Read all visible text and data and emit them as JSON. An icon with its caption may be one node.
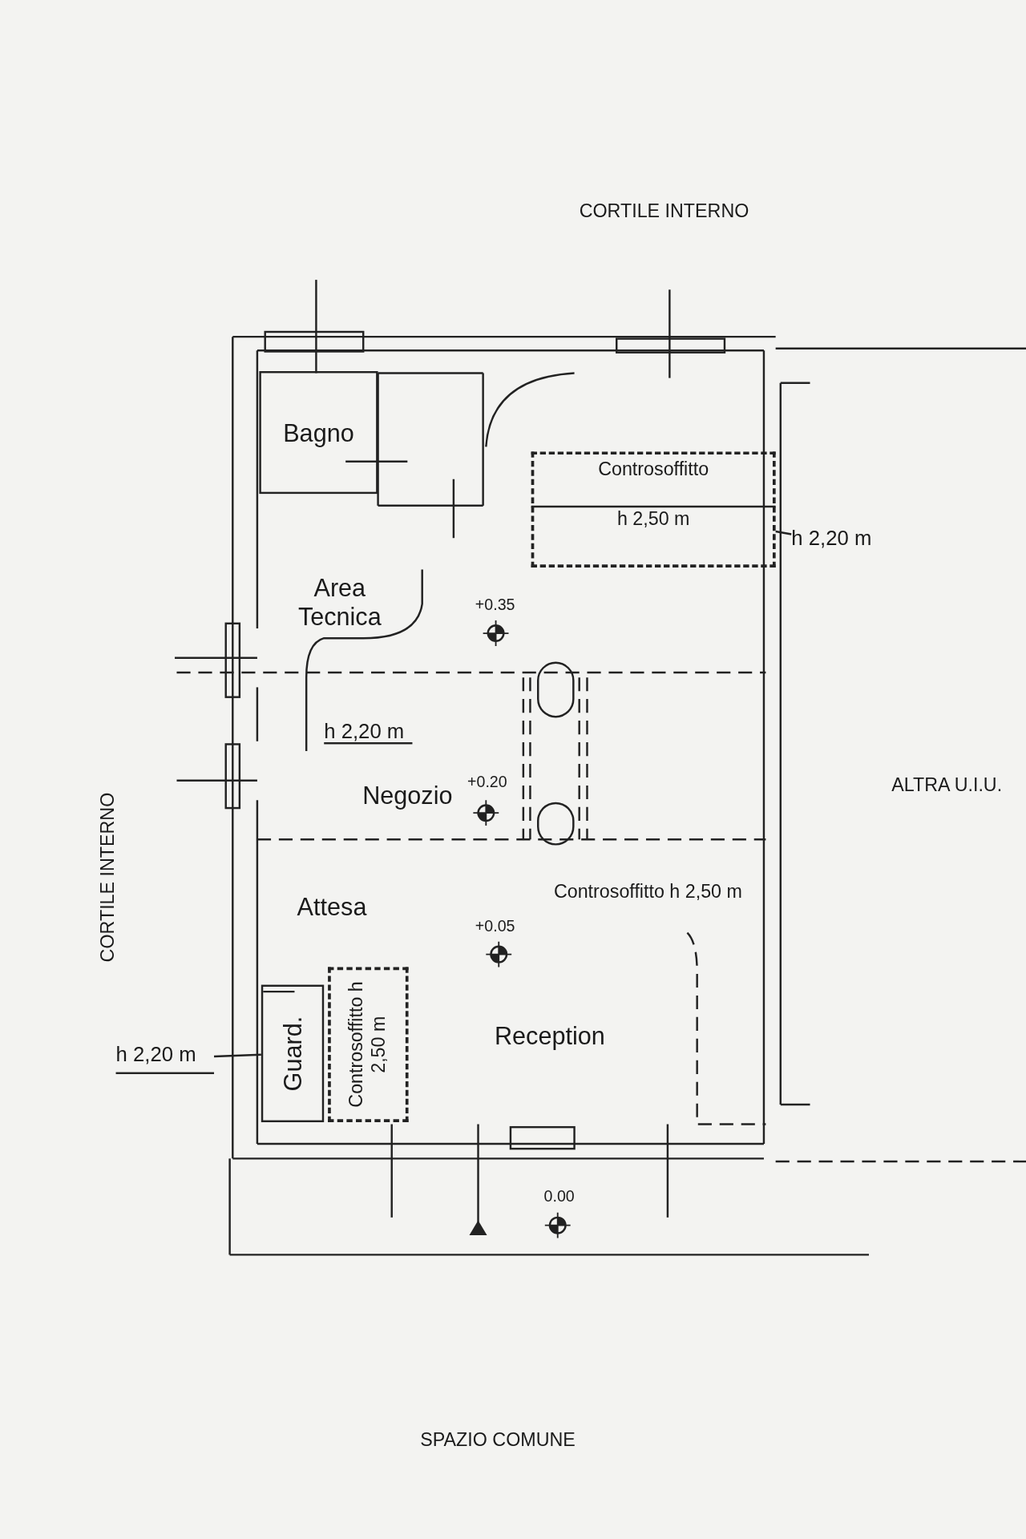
{
  "diagram": {
    "nodes": [
      {
        "text": [
          "Bagno"
        ]
      },
      {
        "text": [
          "Area Tecnica"
        ]
      },
      {
        "text": [
          "Negozio"
        ]
      },
      {
        "text": [
          "Attesa"
        ]
      },
      {
        "text": [
          "Guard."
        ]
      },
      {
        "text": [
          "Reception"
        ]
      },
      {
        "text": [
          "Controsoffitto",
          "h 2,50 m"
        ]
      },
      {
        "text": [
          "Controsoffitto h 2,50 m"
        ]
      },
      {
        "text": [
          "Controsoffitto h 2,50 m"
        ]
      },
      {
        "text": [
          "h 2,20 m"
        ]
      },
      {
        "text": [
          "h 2,20 m"
        ]
      }
    ],
    "edges": [
      {
        "from": 9,
        "to": 6,
        "arrow": "none"
      },
      {
        "from": 10,
        "to": 4,
        "arrow": "none"
      }
    ],
    "labels": [
      "CORTILE INTERNO",
      "+0.35",
      "CORTILE INTERNO",
      "h 2,20 m",
      "ALTRA U.I.U.",
      "+0.20",
      "+0.05",
      "0.00",
      "SPAZIO COMUNE"
    ]
  }
}
